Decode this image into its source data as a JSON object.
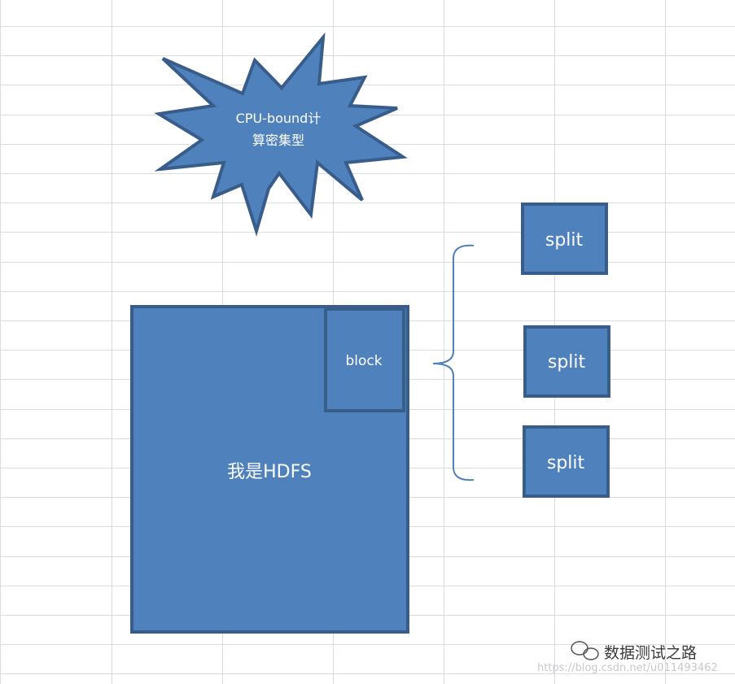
{
  "diagram": {
    "starburst_label_line1": "CPU-bound计",
    "starburst_label_line2": "算密集型",
    "hdfs_label": "我是HDFS",
    "block_label": "block",
    "splits": [
      {
        "label": "split"
      },
      {
        "label": "split"
      },
      {
        "label": "split"
      }
    ]
  },
  "watermark": {
    "account": "数据测试之路",
    "url": "https://blog.csdn.net/u011493462"
  },
  "colors": {
    "shape_fill": "#4f81bd",
    "shape_border": "#385d8a",
    "brace": "#4f81bd",
    "grid_line": "#d9dde3"
  }
}
